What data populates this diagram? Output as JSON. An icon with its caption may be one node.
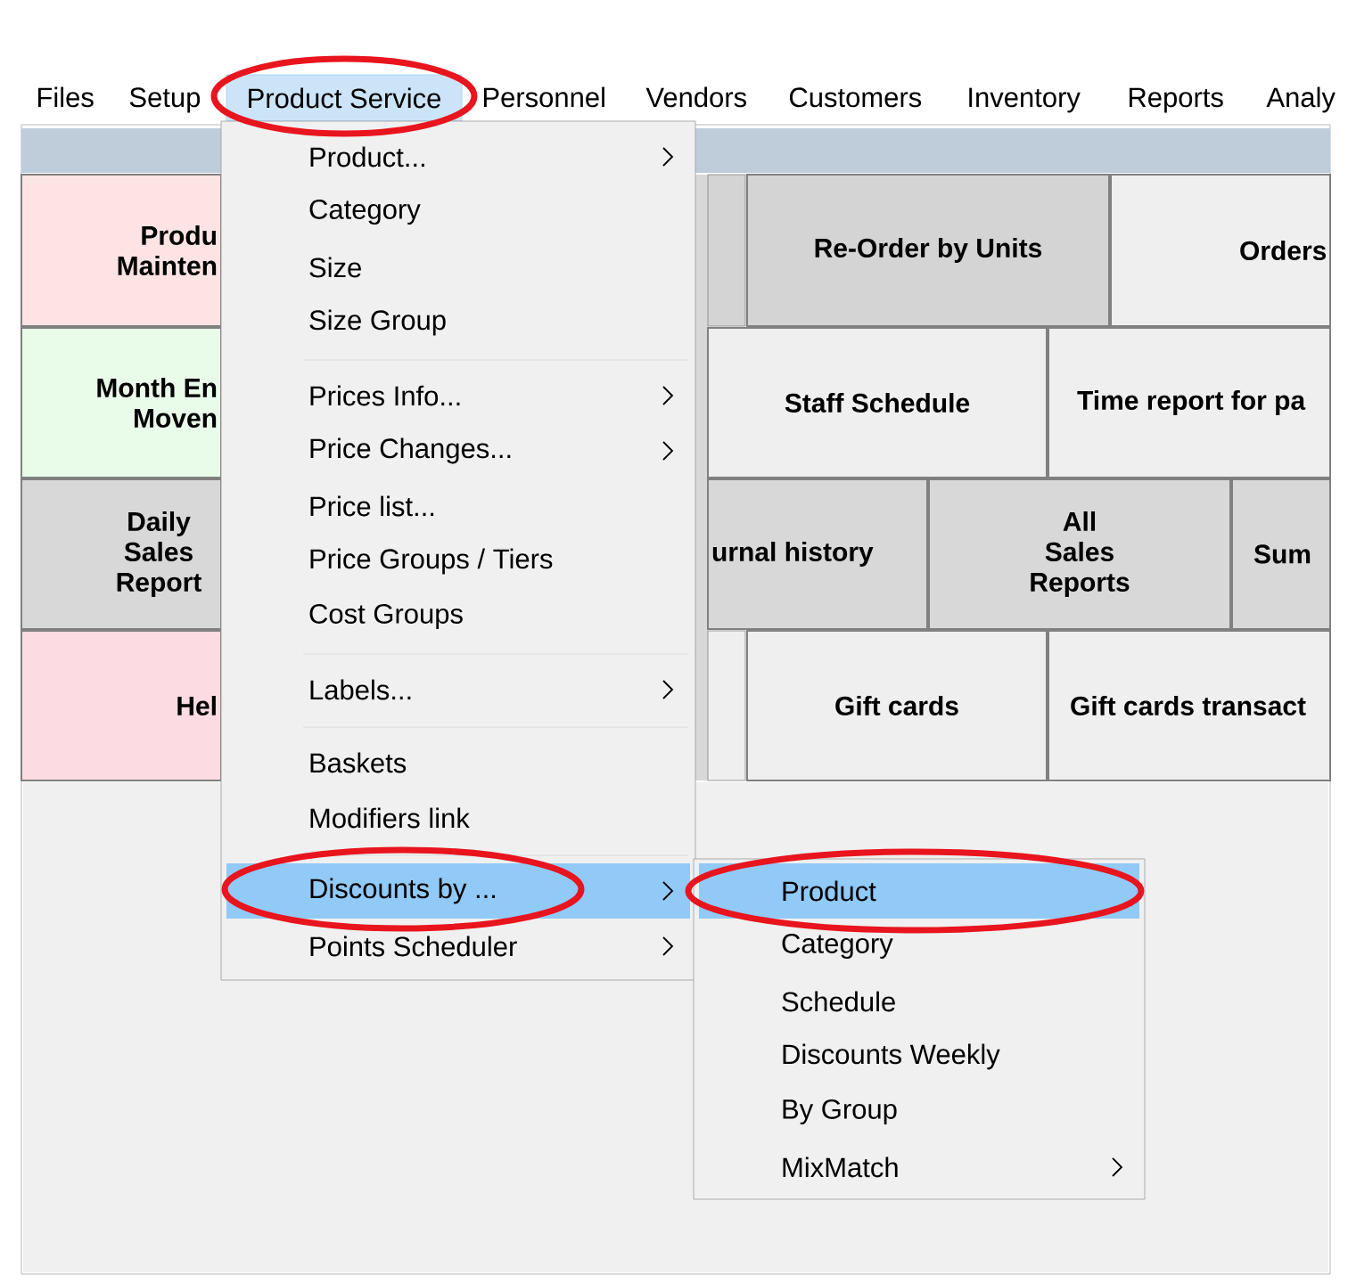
{
  "diagram": {
    "nodes": [
      {
        "text": [
          "Product Service"
        ]
      },
      {
        "text": [
          "Produ Mainten"
        ]
      },
      {
        "text": [
          "Re-Order by Units"
        ]
      },
      {
        "text": [
          "Orders"
        ]
      },
      {
        "text": [
          "Month En Moven"
        ]
      },
      {
        "text": [
          "Staff Schedule"
        ]
      },
      {
        "text": [
          "Time report for pa"
        ]
      },
      {
        "text": [
          "Daily Sales Report"
        ]
      },
      {
        "text": [
          "urnal history"
        ]
      },
      {
        "text": [
          "All Sales Reports"
        ]
      },
      {
        "text": [
          "Sum"
        ]
      },
      {
        "text": [
          "Hel"
        ]
      },
      {
        "text": [
          "Gift cards"
        ]
      },
      {
        "text": [
          "Gift cards transact"
        ]
      },
      {
        "text": [],
        "shape": "box"
      },
      {
        "text": [
          "Product..."
        ],
        "in": 14
      },
      {
        "text": [
          "Category"
        ],
        "in": 14
      },
      {
        "text": [
          "Size"
        ],
        "in": 14
      },
      {
        "text": [
          "Size Group"
        ],
        "in": 14
      },
      {
        "text": [
          "Prices Info..."
        ],
        "in": 14
      },
      {
        "text": [
          "Price Changes..."
        ],
        "in": 14
      },
      {
        "text": [
          "Price list..."
        ],
        "in": 14
      },
      {
        "text": [
          "Price Groups / Tiers"
        ],
        "in": 14
      },
      {
        "text": [
          "Cost Groups"
        ],
        "in": 14
      },
      {
        "text": [
          "Labels..."
        ],
        "in": 14
      },
      {
        "text": [
          "Baskets"
        ],
        "in": 14
      },
      {
        "text": [
          "Modifiers link"
        ],
        "in": 14
      },
      {
        "text": [
          "Discounts by ..."
        ],
        "in": 14
      },
      {
        "text": [
          "Points Scheduler"
        ],
        "in": 14
      },
      {
        "text": [],
        "shape": "box"
      },
      {
        "text": [
          "Product"
        ],
        "in": 29
      },
      {
        "text": [
          "Category"
        ],
        "in": 29
      },
      {
        "text": [
          "Schedule"
        ],
        "in": 29
      },
      {
        "text": [
          "Discounts Weekly"
        ],
        "in": 29
      },
      {
        "text": [
          "By Group"
        ],
        "in": 29
      },
      {
        "text": [
          "MixMatch"
        ],
        "in": 29
      }
    ],
    "labels": [
      "Files",
      "Setup",
      "Personnel",
      "Vendors",
      "Customers",
      "Inventory",
      "Reports",
      "Analy"
    ]
  }
}
